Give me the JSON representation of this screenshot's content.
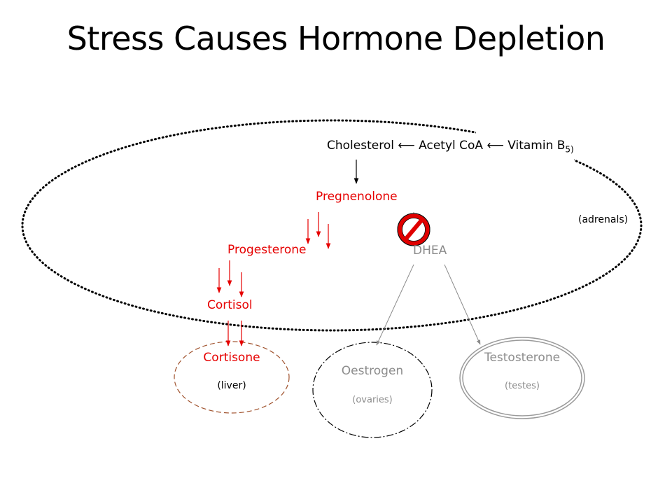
{
  "title": "Stress Causes Hormone Depletion",
  "nodes": {
    "pathway": {
      "cholesterol": "Cholesterol",
      "arrow1": "⟵",
      "acetyl_coa": "Acetyl CoA",
      "arrow2": "⟵",
      "vitamin": "Vitamin B",
      "vitamin_sub": "5)"
    },
    "pregnenolone": "Pregnenolone",
    "progesterone": "Progesterone",
    "cortisol": "Cortisol",
    "cortisone": "Cortisone",
    "dhea": "DHEA",
    "oestrogen": "Oestrogen",
    "testosterone": "Testosterone"
  },
  "regions": {
    "adrenals": "(adrenals)",
    "liver": "(liver)",
    "ovaries": "(ovaries)",
    "testes": "(testes)"
  },
  "colors": {
    "active": "#e60000",
    "inactive": "#8c8c8c",
    "liver_border": "#a0522d",
    "block_sign": "#e00000"
  },
  "icons": {
    "block": "prohibition-icon"
  }
}
